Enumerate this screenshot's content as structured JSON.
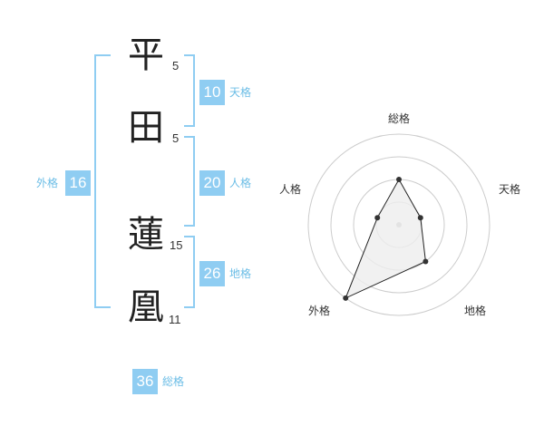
{
  "name": {
    "characters": [
      {
        "char": "平",
        "strokes": "5"
      },
      {
        "char": "田",
        "strokes": "5"
      },
      {
        "char": "蓮",
        "strokes": "15"
      },
      {
        "char": "凰",
        "strokes": "11"
      }
    ]
  },
  "fortunes": {
    "tenkaku": {
      "value": "10",
      "label": "天格"
    },
    "jinkaku": {
      "value": "20",
      "label": "人格"
    },
    "chikaku": {
      "value": "26",
      "label": "地格"
    },
    "gaikaku": {
      "value": "16",
      "label": "外格"
    },
    "soukaku": {
      "value": "36",
      "label": "総格"
    }
  },
  "chart_data": {
    "type": "radar",
    "axes": [
      "総格",
      "天格",
      "地格",
      "外格",
      "人格"
    ],
    "values": [
      0.5,
      0.25,
      0.5,
      1.0,
      0.25
    ],
    "scale_max": 1.0,
    "rings": 4,
    "colors": {
      "fill": "#eeeeee",
      "line": "#222222",
      "grid": "#cccccc",
      "point": "#333333"
    }
  }
}
